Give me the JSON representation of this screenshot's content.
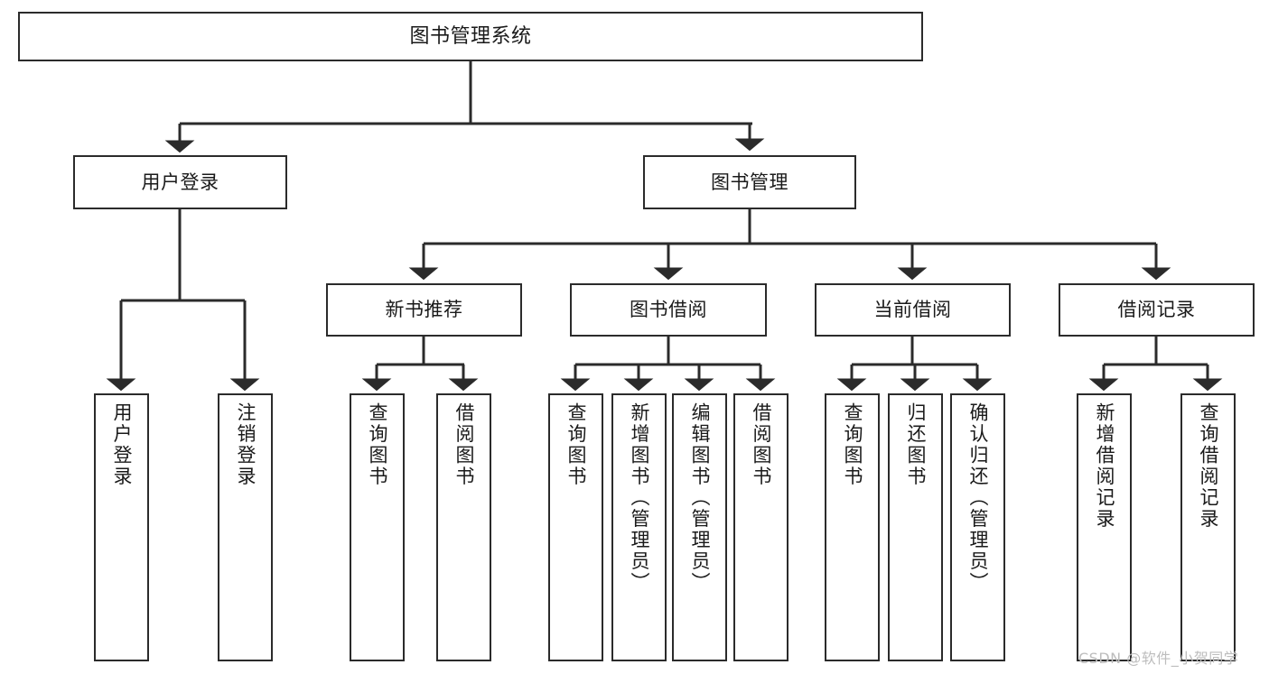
{
  "diagram": {
    "type": "tree-hierarchy-chart",
    "title": "图书管理系统",
    "watermark": "CSDN @软件_小贺同学",
    "colors": {
      "box_border": "#2b2b2b",
      "box_fill": "#ffffff",
      "connector": "#2b2b2b",
      "text": "#1a1a1a",
      "watermark": "#bdbdbd"
    },
    "levels": {
      "root": {
        "label": "图书管理系统"
      },
      "level2": [
        {
          "label": "用户登录"
        },
        {
          "label": "图书管理"
        }
      ],
      "level3": [
        {
          "label": "新书推荐"
        },
        {
          "label": "图书借阅"
        },
        {
          "label": "当前借阅"
        },
        {
          "label": "借阅记录"
        }
      ],
      "leaves_user_login": [
        {
          "label": "用户登录"
        },
        {
          "label": "注销登录"
        }
      ],
      "leaves_new_book": [
        {
          "label": "查询图书"
        },
        {
          "label": "借阅图书"
        }
      ],
      "leaves_borrow": [
        {
          "label": "查询图书"
        },
        {
          "label": "新增图书（管理员）"
        },
        {
          "label": "编辑图书（管理员）"
        },
        {
          "label": "借阅图书"
        }
      ],
      "leaves_current": [
        {
          "label": "查询图书"
        },
        {
          "label": "归还图书"
        },
        {
          "label": "确认归还（管理员）"
        }
      ],
      "leaves_records": [
        {
          "label": "新增借阅记录"
        },
        {
          "label": "查询借阅记录"
        }
      ]
    }
  }
}
